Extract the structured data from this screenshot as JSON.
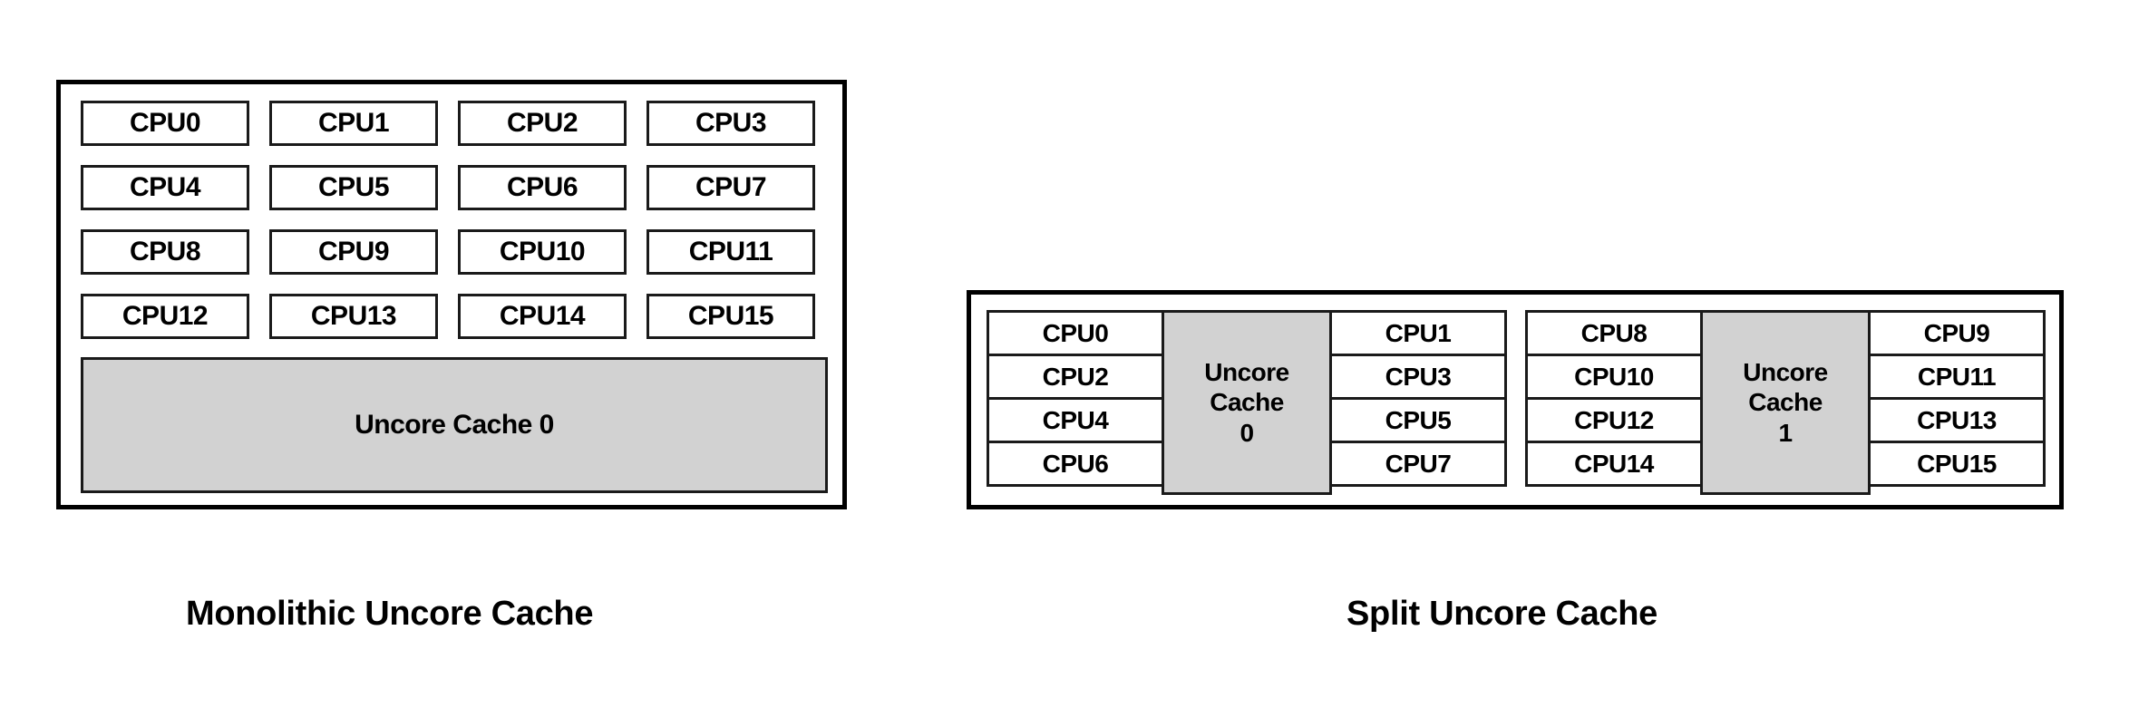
{
  "figure": {
    "title": "",
    "background_color": "#ffffff",
    "cache_fill_color": "#d2d2d2",
    "border_color": "#000000"
  },
  "monolithic": {
    "caption": "Monolithic Uncore Cache",
    "cpus": [
      "CPU0",
      "CPU1",
      "CPU2",
      "CPU3",
      "CPU4",
      "CPU5",
      "CPU6",
      "CPU7",
      "CPU8",
      "CPU9",
      "CPU10",
      "CPU11",
      "CPU12",
      "CPU13",
      "CPU14",
      "CPU15"
    ],
    "cache_label": "Uncore Cache 0"
  },
  "split": {
    "caption": "Split Uncore Cache",
    "groups": [
      {
        "left_cpus": [
          "CPU0",
          "CPU2",
          "CPU4",
          "CPU6"
        ],
        "cache_label_line1": "Uncore",
        "cache_label_line2": "Cache",
        "cache_label_line3": "0",
        "right_cpus": [
          "CPU1",
          "CPU3",
          "CPU5",
          "CPU7"
        ]
      },
      {
        "left_cpus": [
          "CPU8",
          "CPU10",
          "CPU12",
          "CPU14"
        ],
        "cache_label_line1": "Uncore",
        "cache_label_line2": "Cache",
        "cache_label_line3": "1",
        "right_cpus": [
          "CPU9",
          "CPU11",
          "CPU13",
          "CPU15"
        ]
      }
    ]
  }
}
